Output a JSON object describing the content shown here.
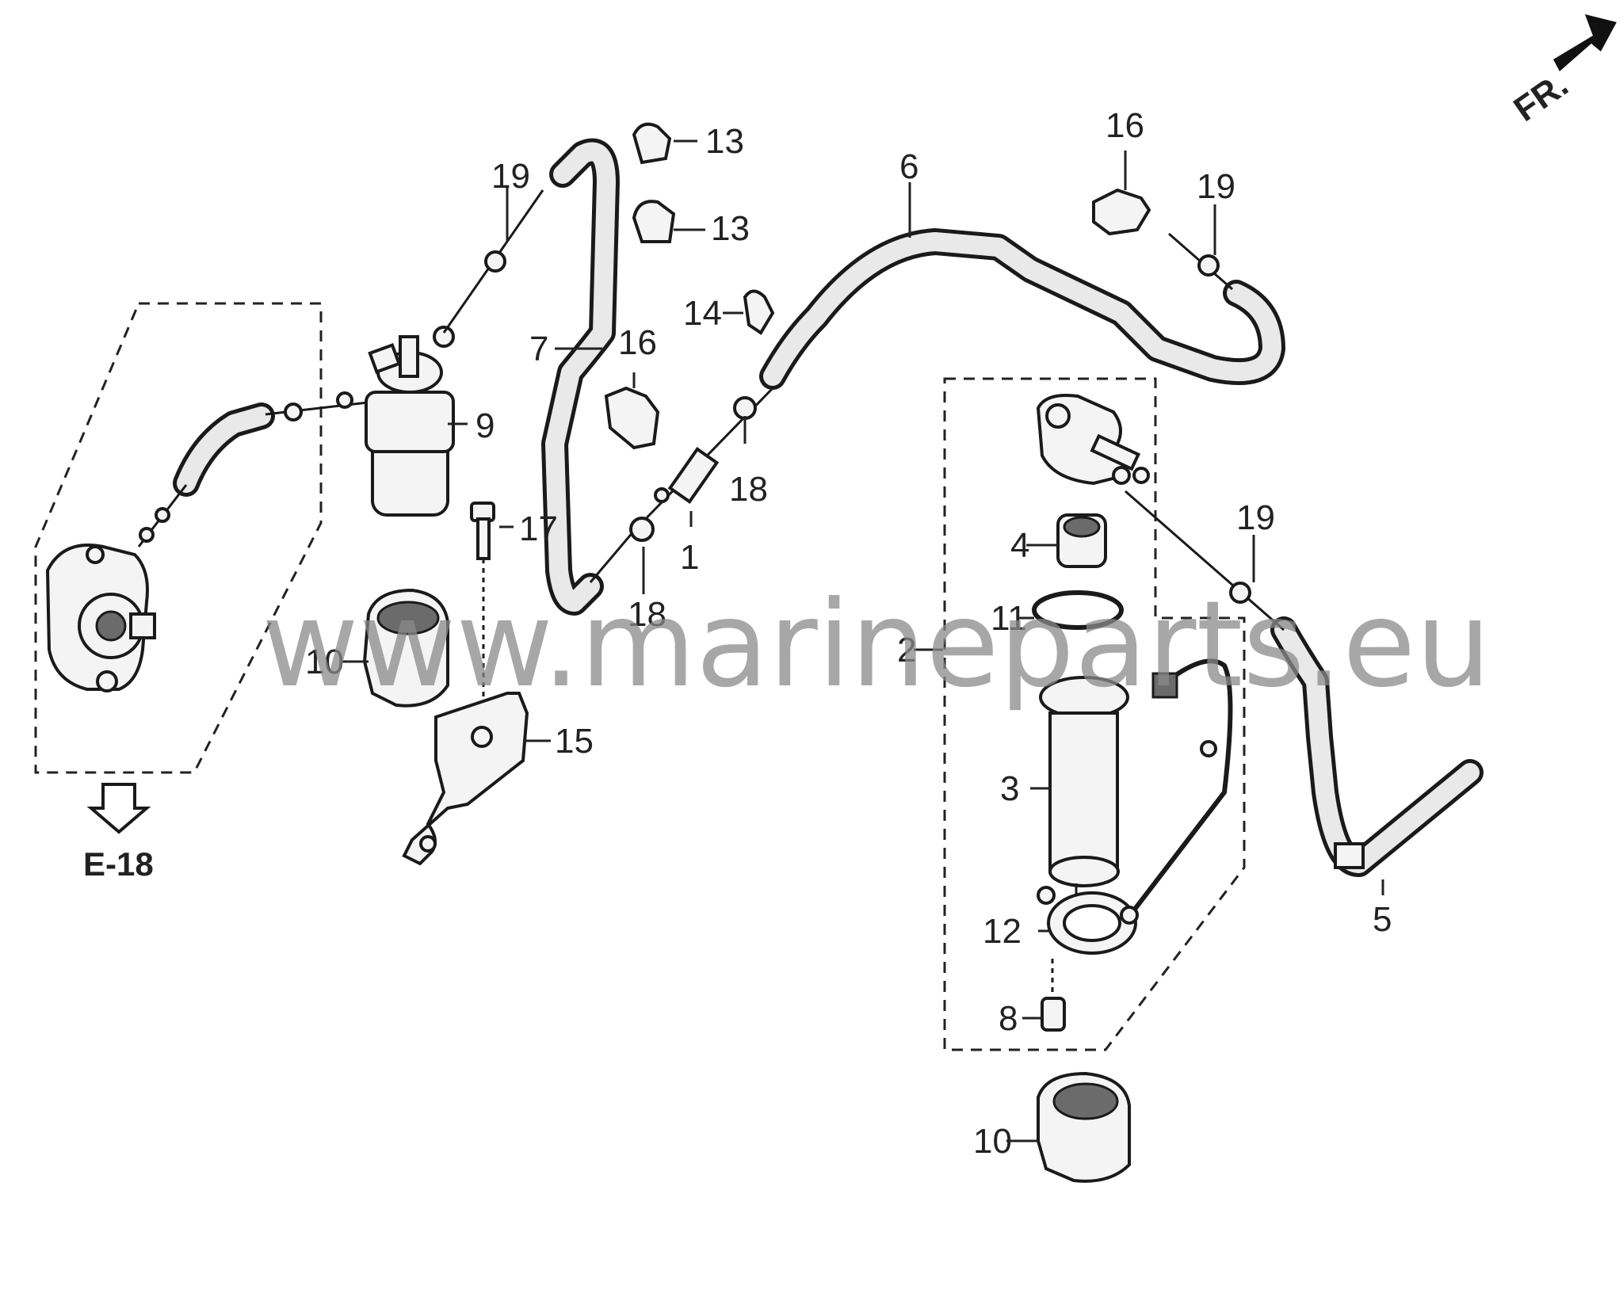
{
  "watermark": "www.marineparts.eu",
  "direction_label": "FR.",
  "reference": "E-18",
  "callouts": {
    "c1": "1",
    "c2": "2",
    "c3": "3",
    "c4": "4",
    "c5": "5",
    "c6": "6",
    "c7": "7",
    "c8": "8",
    "c9": "9",
    "c10a": "10",
    "c10b": "10",
    "c11": "11",
    "c12": "12",
    "c13a": "13",
    "c13b": "13",
    "c14": "14",
    "c15": "15",
    "c16a": "16",
    "c16b": "16",
    "c17": "17",
    "c18a": "18",
    "c18b": "18",
    "c19a": "19",
    "c19b": "19",
    "c19c": "19"
  }
}
